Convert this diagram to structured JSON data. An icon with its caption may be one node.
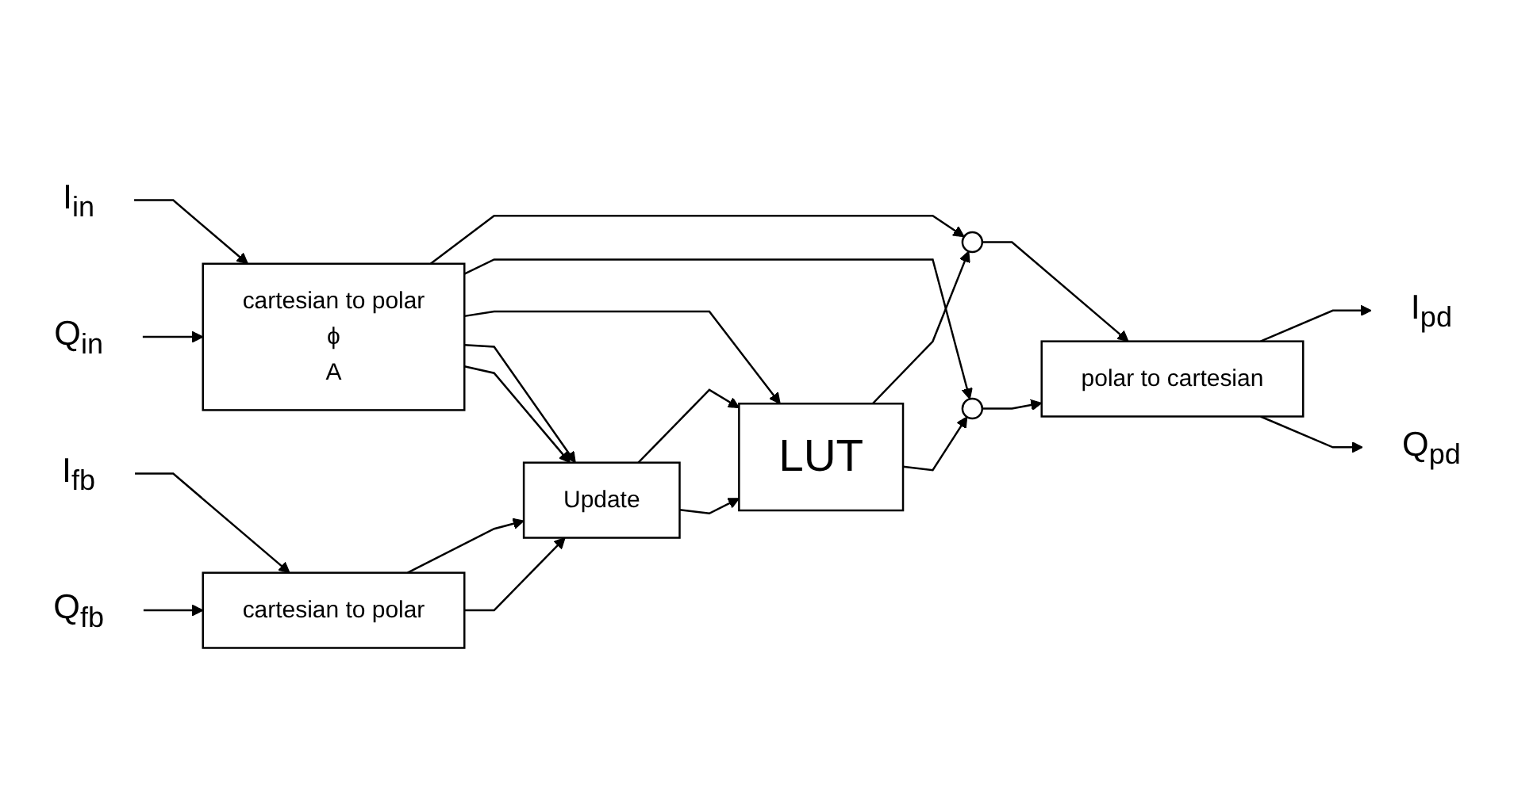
{
  "diagram": {
    "nodes": [
      {
        "text": [
          "I$_{in}$"
        ]
      },
      {
        "text": [
          "Q$_{in}$"
        ]
      },
      {
        "text": [
          "cartesian to polar",
          "ϕ",
          "A"
        ]
      },
      {
        "text": [],
        "shape": "circle"
      },
      {
        "text": [],
        "shape": "circle"
      },
      {
        "text": [
          "polar to cartesian"
        ]
      },
      {
        "text": [
          "I$_{pd}$"
        ]
      },
      {
        "text": [
          "Q$_{pd}$"
        ]
      },
      {
        "text": [
          "LUT"
        ]
      },
      {
        "text": [
          "Update"
        ]
      },
      {
        "text": [
          "cartesian to polar"
        ]
      },
      {
        "text": [
          "I$_{fb}$"
        ]
      },
      {
        "text": [
          "Q$_{fb}$"
        ]
      }
    ],
    "edges": [
      {
        "from": 0,
        "to": 2,
        "arrow": "to"
      },
      {
        "from": 1,
        "to": 2,
        "arrow": "to"
      },
      {
        "from": 2,
        "to": 3,
        "arrow": "to"
      },
      {
        "from": 2,
        "to": 4,
        "arrow": "to"
      },
      {
        "from": 2,
        "to": 8,
        "arrow": "to"
      },
      {
        "from": 2,
        "to": 9,
        "arrow": "to"
      },
      {
        "from": 2,
        "to": 9,
        "arrow": "to"
      },
      {
        "from": 8,
        "to": 3,
        "arrow": "to"
      },
      {
        "from": 8,
        "to": 4,
        "arrow": "to"
      },
      {
        "from": 3,
        "to": 5,
        "arrow": "to"
      },
      {
        "from": 4,
        "to": 5,
        "arrow": "to"
      },
      {
        "from": 5,
        "to": 6,
        "arrow": "to"
      },
      {
        "from": 5,
        "to": 7,
        "arrow": "to"
      },
      {
        "from": 9,
        "to": 8,
        "arrow": "to"
      },
      {
        "from": 9,
        "to": 8,
        "arrow": "to"
      },
      {
        "from": 10,
        "to": 9,
        "arrow": "to"
      },
      {
        "from": 10,
        "to": 9,
        "arrow": "to"
      },
      {
        "from": 11,
        "to": 10,
        "arrow": "to"
      },
      {
        "from": 12,
        "to": 10,
        "arrow": "to"
      }
    ]
  }
}
